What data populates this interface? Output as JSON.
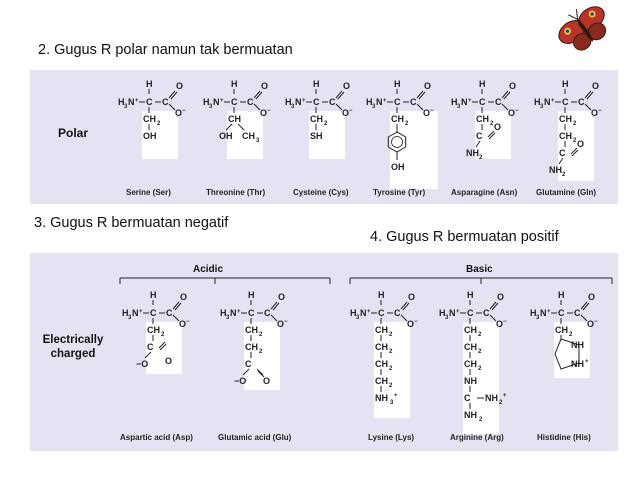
{
  "captions": {
    "polar": "2. Gugus R polar namun tak bermuatan",
    "negative": "3. Gugus R bermuatan negatif",
    "positive": "4. Gugus R bermuatan positif"
  },
  "polar_panel": {
    "label": "Polar",
    "amino_acids": [
      {
        "name": "Serine (Ser)",
        "side_chain": [
          "CH2",
          "OH"
        ]
      },
      {
        "name": "Threonine (Thr)",
        "side_chain": [
          "CH",
          "OH",
          "CH3"
        ]
      },
      {
        "name": "Cysteine (Cys)",
        "side_chain": [
          "CH2",
          "SH"
        ]
      },
      {
        "name": "Tyrosine (Tyr)",
        "side_chain": [
          "CH2",
          "ring",
          "OH"
        ]
      },
      {
        "name": "Asparagine (Asn)",
        "side_chain": [
          "CH2",
          "C",
          "NH2",
          "O"
        ]
      },
      {
        "name": "Glutamine (Gln)",
        "side_chain": [
          "CH2",
          "CH2",
          "C",
          "NH2",
          "O"
        ]
      }
    ]
  },
  "charged_panel": {
    "label_line1": "Electrically",
    "label_line2": "charged",
    "acidic_label": "Acidic",
    "basic_label": "Basic",
    "amino_acids": [
      {
        "name": "Aspartic acid (Asp)",
        "group": "acidic"
      },
      {
        "name": "Glutamic acid (Glu)",
        "group": "acidic"
      },
      {
        "name": "Lysine (Lys)",
        "group": "basic"
      },
      {
        "name": "Arginine (Arg)",
        "group": "basic"
      },
      {
        "name": "Histidine (His)",
        "group": "basic"
      }
    ]
  },
  "decoration": {
    "icon": "butterfly-icon"
  },
  "colors": {
    "panel": "#e6e2f3",
    "highlight": "#ffffff",
    "butterfly_wing": "#c0392b"
  }
}
